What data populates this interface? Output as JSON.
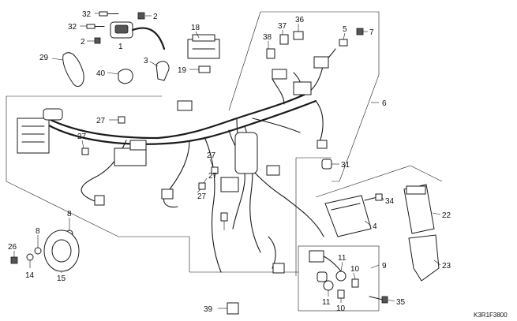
{
  "diagram_code": "K3R1F3800",
  "callouts": [
    {
      "id": "c32a",
      "text": "32"
    },
    {
      "id": "c32b",
      "text": "32"
    },
    {
      "id": "c2a",
      "text": "2"
    },
    {
      "id": "c2b",
      "text": "2"
    },
    {
      "id": "c1",
      "text": "1"
    },
    {
      "id": "c18",
      "text": "18"
    },
    {
      "id": "c29",
      "text": "29"
    },
    {
      "id": "c40",
      "text": "40"
    },
    {
      "id": "c3",
      "text": "3"
    },
    {
      "id": "c19",
      "text": "19"
    },
    {
      "id": "c37",
      "text": "37"
    },
    {
      "id": "c36",
      "text": "36"
    },
    {
      "id": "c38",
      "text": "38"
    },
    {
      "id": "c5",
      "text": "5"
    },
    {
      "id": "c7",
      "text": "7"
    },
    {
      "id": "c6",
      "text": "6"
    },
    {
      "id": "c27a",
      "text": "27"
    },
    {
      "id": "c27b",
      "text": "27"
    },
    {
      "id": "c27c",
      "text": "27"
    },
    {
      "id": "c27d",
      "text": "27"
    },
    {
      "id": "c27e",
      "text": "27"
    },
    {
      "id": "c31",
      "text": "31"
    },
    {
      "id": "c34",
      "text": "34"
    },
    {
      "id": "c22",
      "text": "22"
    },
    {
      "id": "c4",
      "text": "4"
    },
    {
      "id": "c8a",
      "text": "8"
    },
    {
      "id": "c8b",
      "text": "8"
    },
    {
      "id": "c26",
      "text": "26"
    },
    {
      "id": "c14",
      "text": "14"
    },
    {
      "id": "c15",
      "text": "15"
    },
    {
      "id": "c9",
      "text": "9"
    },
    {
      "id": "c11a",
      "text": "11"
    },
    {
      "id": "c11b",
      "text": "11"
    },
    {
      "id": "c10a",
      "text": "10"
    },
    {
      "id": "c10b",
      "text": "10"
    },
    {
      "id": "c23",
      "text": "23"
    },
    {
      "id": "c35",
      "text": "35"
    },
    {
      "id": "c39",
      "text": "39"
    }
  ]
}
